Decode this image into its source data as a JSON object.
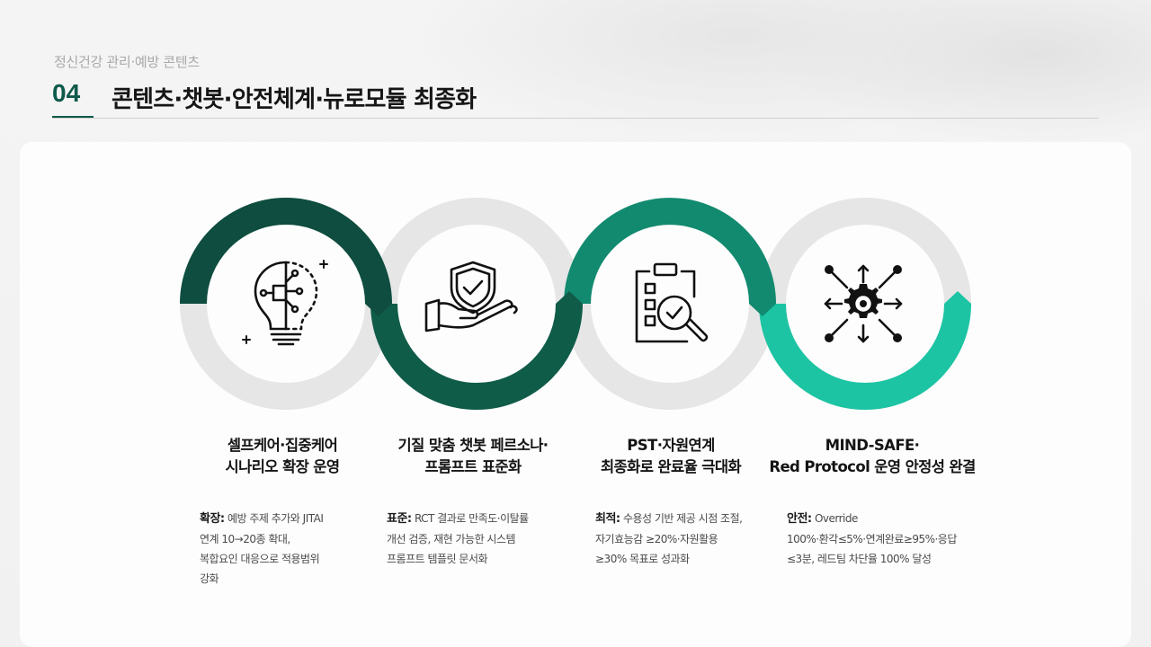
{
  "header": {
    "subtitle": "정신건강 관리·예방 콘텐츠",
    "number": "04",
    "title": "콘텐츠·챗봇·안전체계·뉴로모듈 최종화"
  },
  "colors": {
    "accent_dark": "#0d5a4a",
    "ring_1": "#0e4d3f",
    "ring_2": "#0f5c49",
    "ring_3": "#128a6f",
    "ring_4": "#1cc4a3",
    "ring_track": "#e6e6e6"
  },
  "steps": [
    {
      "icon": "lightbulb-circuit-icon",
      "title_line1": "셀프케어·집중케어",
      "title_line2": "시나리오 확장 운영",
      "desc_label": "확장:",
      "desc_line1": " 예방 주제 추가와 JITAI",
      "desc_line2": "연계 10→20종 확대,",
      "desc_line3": "복합요인 대응으로 적용범위",
      "desc_line4": "강화"
    },
    {
      "icon": "hand-shield-check-icon",
      "title_line1": "기질 맞춤 챗봇 페르소나·",
      "title_line2": "프롬프트 표준화",
      "desc_label": "표준:",
      "desc_line1": " RCT 결과로 만족도·이탈률",
      "desc_line2": "개선 검증, 재현 가능한 시스템",
      "desc_line3": "프롬프트 템플릿 문서화",
      "desc_line4": ""
    },
    {
      "icon": "clipboard-search-icon",
      "title_line1": "PST·자원연계",
      "title_line2": "최종화로 완료율 극대화",
      "desc_label": "최적:",
      "desc_line1": " 수용성 기반 제공 시점 조절,",
      "desc_line2": "자기효능감 ≥20%·자원활용",
      "desc_line3": "≥30% 목표로 성과화",
      "desc_line4": ""
    },
    {
      "icon": "gear-network-icon",
      "title_line1": "MIND-SAFE·",
      "title_line2": "Red Protocol 운영 안정성 완결",
      "desc_label": "안전:",
      "desc_line1": " Override",
      "desc_line2": "100%·환각≤5%·연계완료≥95%·응답",
      "desc_line3": "≤3분, 레드팀 차단율 100% 달성",
      "desc_line4": ""
    }
  ]
}
